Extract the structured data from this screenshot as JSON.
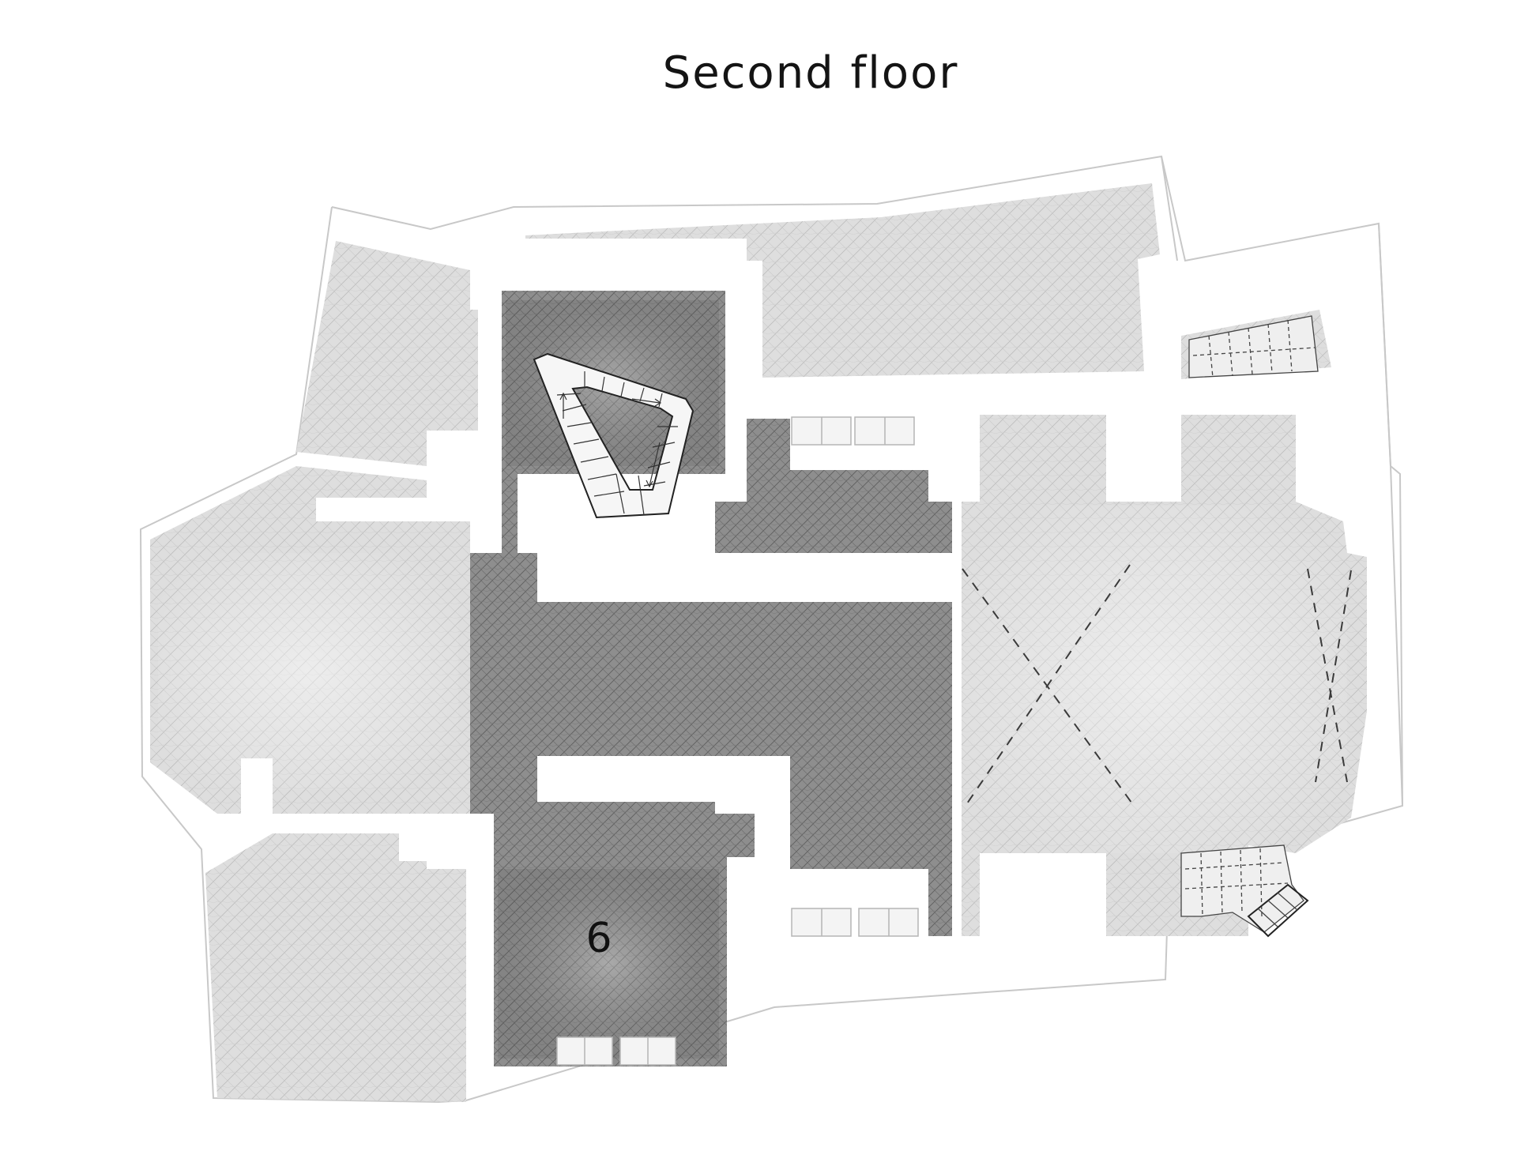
{
  "title": "Second floor",
  "rooms": [
    {
      "id": "room-6",
      "label": "6"
    }
  ]
}
